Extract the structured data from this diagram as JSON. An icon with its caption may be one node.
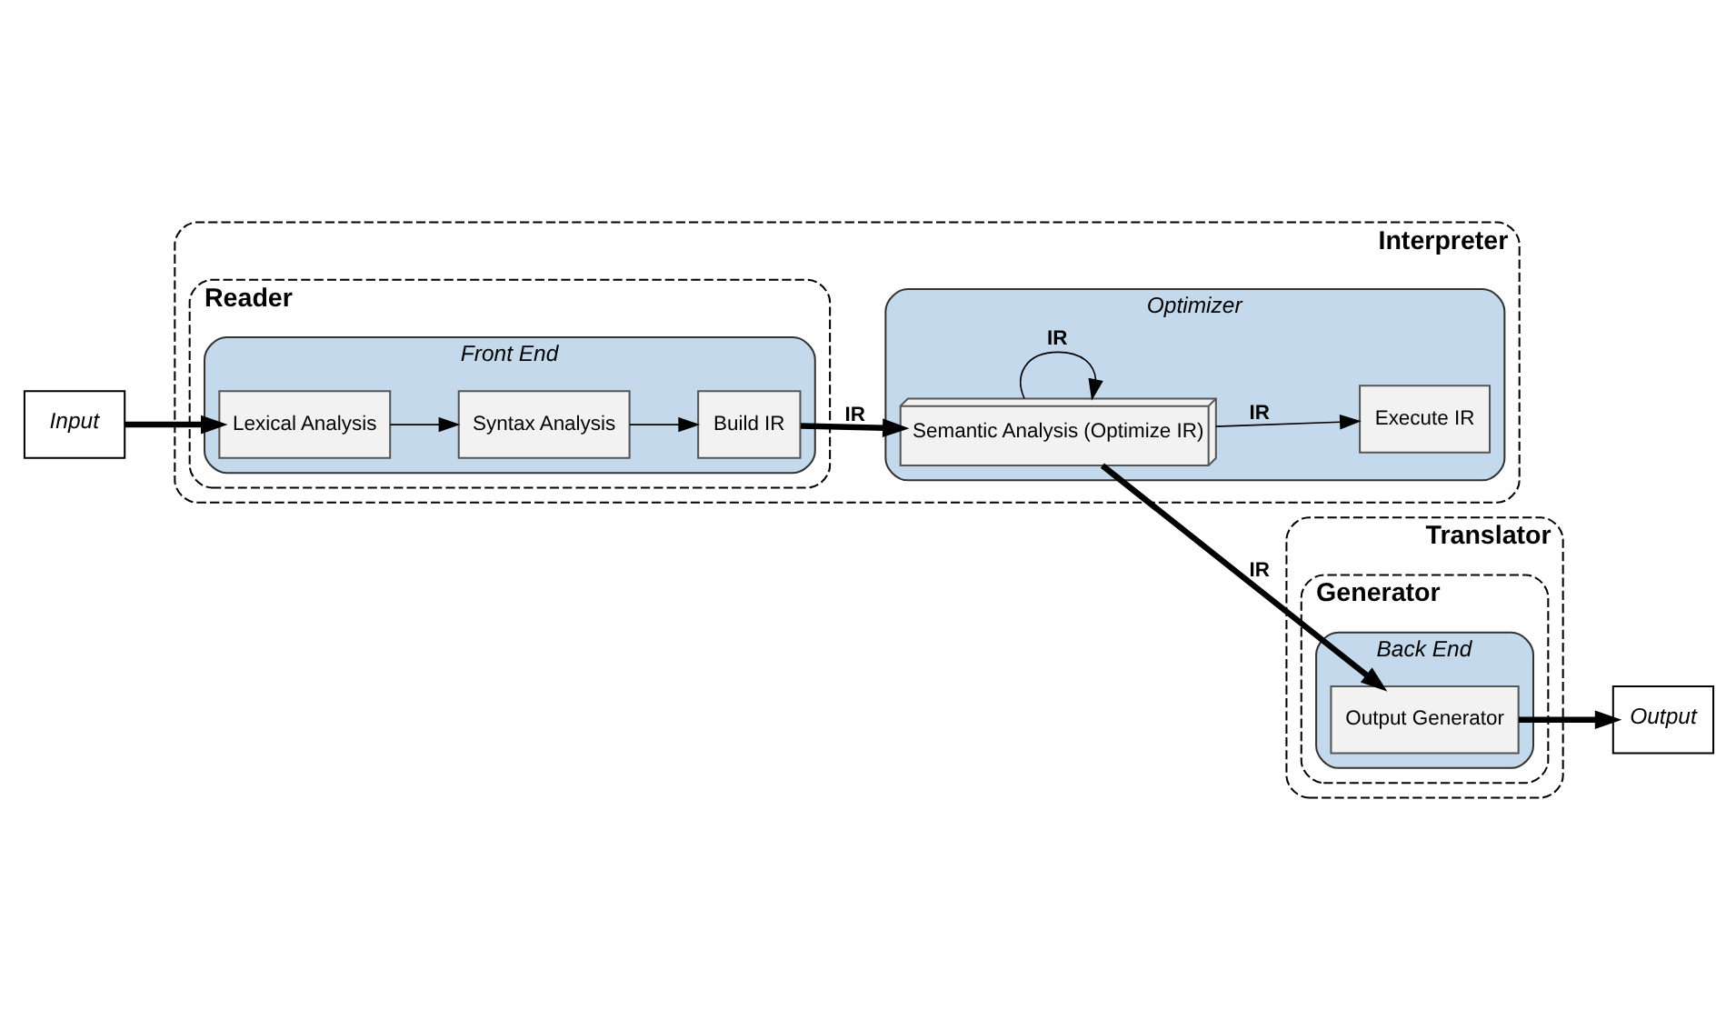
{
  "diagram": {
    "nodes": [
      {
        "text": [
          "Translator"
        ]
      },
      {
        "text": [
          "Interpreter"
        ]
      },
      {
        "text": [
          "Reader"
        ],
        "in": 1
      },
      {
        "text": [
          "Front End"
        ],
        "in": 2
      },
      {
        "text": [
          "Lexical Analysis"
        ],
        "in": 3
      },
      {
        "text": [
          "Syntax Analysis"
        ],
        "in": 3
      },
      {
        "text": [
          "Build IR"
        ],
        "in": 3
      },
      {
        "text": [
          "Optimizer"
        ],
        "in": 1
      },
      {
        "text": [
          "Semantic Analysis (Optimize IR)"
        ],
        "in": 7
      },
      {
        "text": [
          "Execute IR"
        ],
        "in": 7
      },
      {
        "text": [
          "Generator"
        ],
        "in": 0
      },
      {
        "text": [
          "Back End"
        ],
        "in": 10
      },
      {
        "text": [
          "Output Generator"
        ],
        "in": 11
      },
      {
        "text": [
          "Input"
        ]
      },
      {
        "text": [
          "Output"
        ]
      }
    ],
    "edges": [
      {
        "from": 13,
        "to": 4,
        "arrow": "to",
        "style": "thick"
      },
      {
        "from": 4,
        "to": 5,
        "arrow": "to"
      },
      {
        "from": 5,
        "to": 6,
        "arrow": "to"
      },
      {
        "from": 6,
        "to": 8,
        "arrow": "to",
        "label": "IR",
        "style": "thick"
      },
      {
        "from": 8,
        "to": 8,
        "arrow": "to",
        "label": "IR"
      },
      {
        "from": 8,
        "to": 9,
        "arrow": "to",
        "label": "IR"
      },
      {
        "from": 8,
        "to": 12,
        "arrow": "to",
        "label": "IR",
        "style": "thick"
      },
      {
        "from": 12,
        "to": 14,
        "arrow": "to",
        "style": "thick"
      }
    ]
  }
}
